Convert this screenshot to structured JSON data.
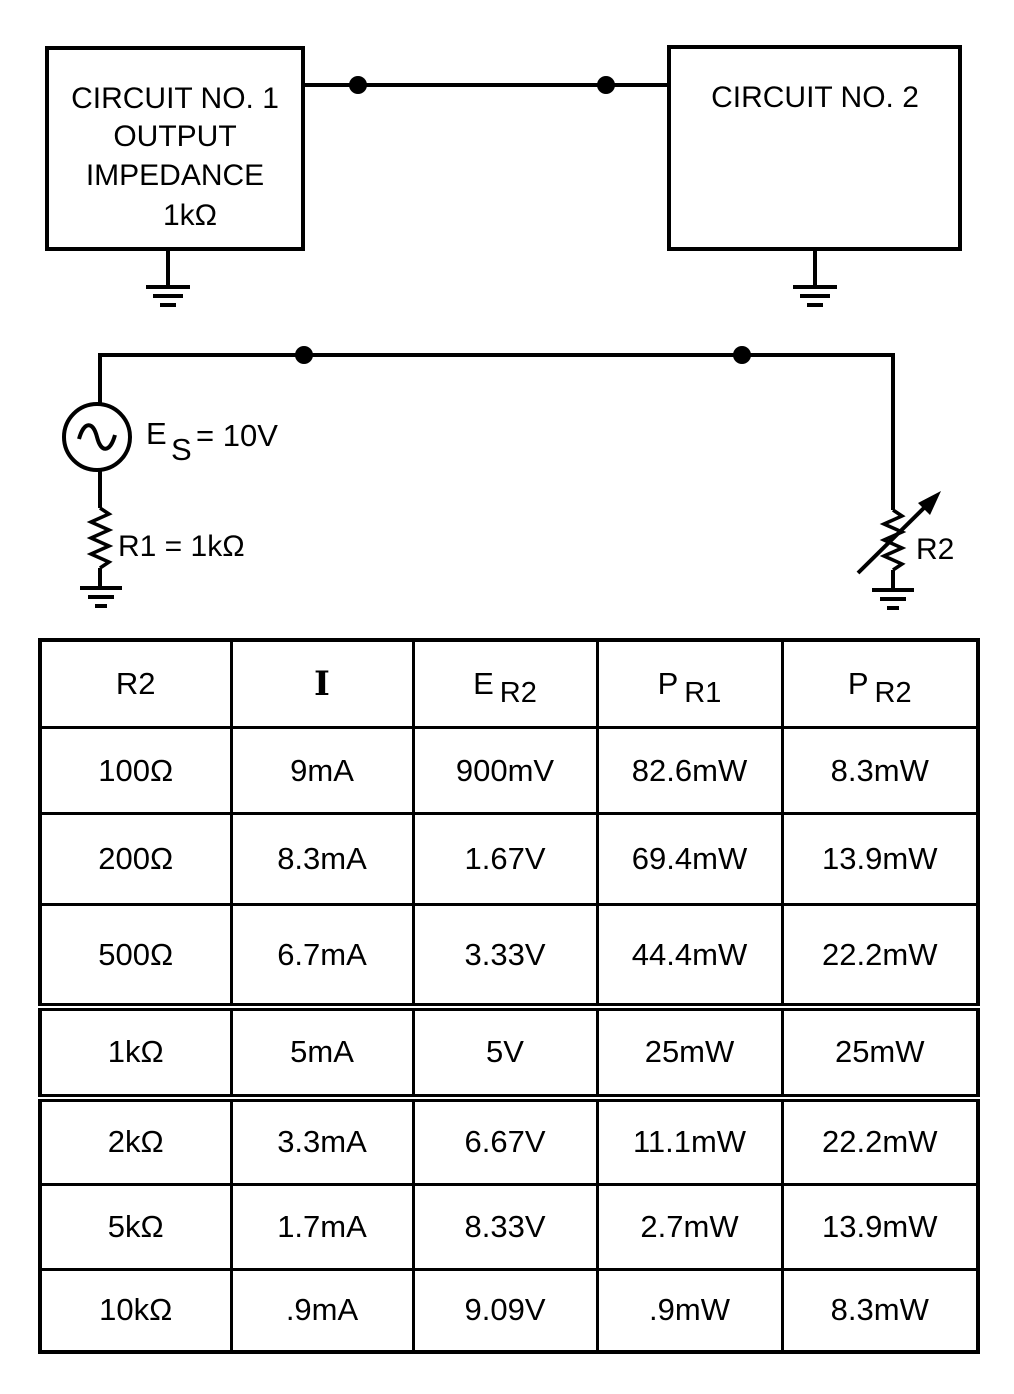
{
  "circuit1": {
    "line1": "CIRCUIT NO. 1",
    "line2": "OUTPUT",
    "line3": "IMPEDANCE",
    "line4": "1kΩ"
  },
  "circuit2": {
    "label": "CIRCUIT NO. 2"
  },
  "source": {
    "letter": "E",
    "subscript": "S",
    "value": "= 10V"
  },
  "r1": {
    "label": "R1 = 1kΩ"
  },
  "r2": {
    "label": "R2"
  },
  "table": {
    "headers": [
      {
        "main": "R2",
        "sub": ""
      },
      {
        "main": "I",
        "sub": ""
      },
      {
        "main": "E",
        "sub": "R2"
      },
      {
        "main": "P",
        "sub": "R1"
      },
      {
        "main": "P",
        "sub": "R2"
      }
    ],
    "rows": [
      [
        "100Ω",
        "9mA",
        "900mV",
        "82.6mW",
        "8.3mW"
      ],
      [
        "200Ω",
        "8.3mA",
        "1.67V",
        "69.4mW",
        "13.9mW"
      ],
      [
        "500Ω",
        "6.7mA",
        "3.33V",
        "44.4mW",
        "22.2mW"
      ],
      [
        "1kΩ",
        "5mA",
        "5V",
        "25mW",
        "25mW"
      ],
      [
        "2kΩ",
        "3.3mA",
        "6.67V",
        "11.1mW",
        "22.2mW"
      ],
      [
        "5kΩ",
        "1.7mA",
        "8.33V",
        "2.7mW",
        "13.9mW"
      ],
      [
        "10kΩ",
        ".9mA",
        "9.09V",
        ".9mW",
        "8.3mW"
      ]
    ]
  }
}
